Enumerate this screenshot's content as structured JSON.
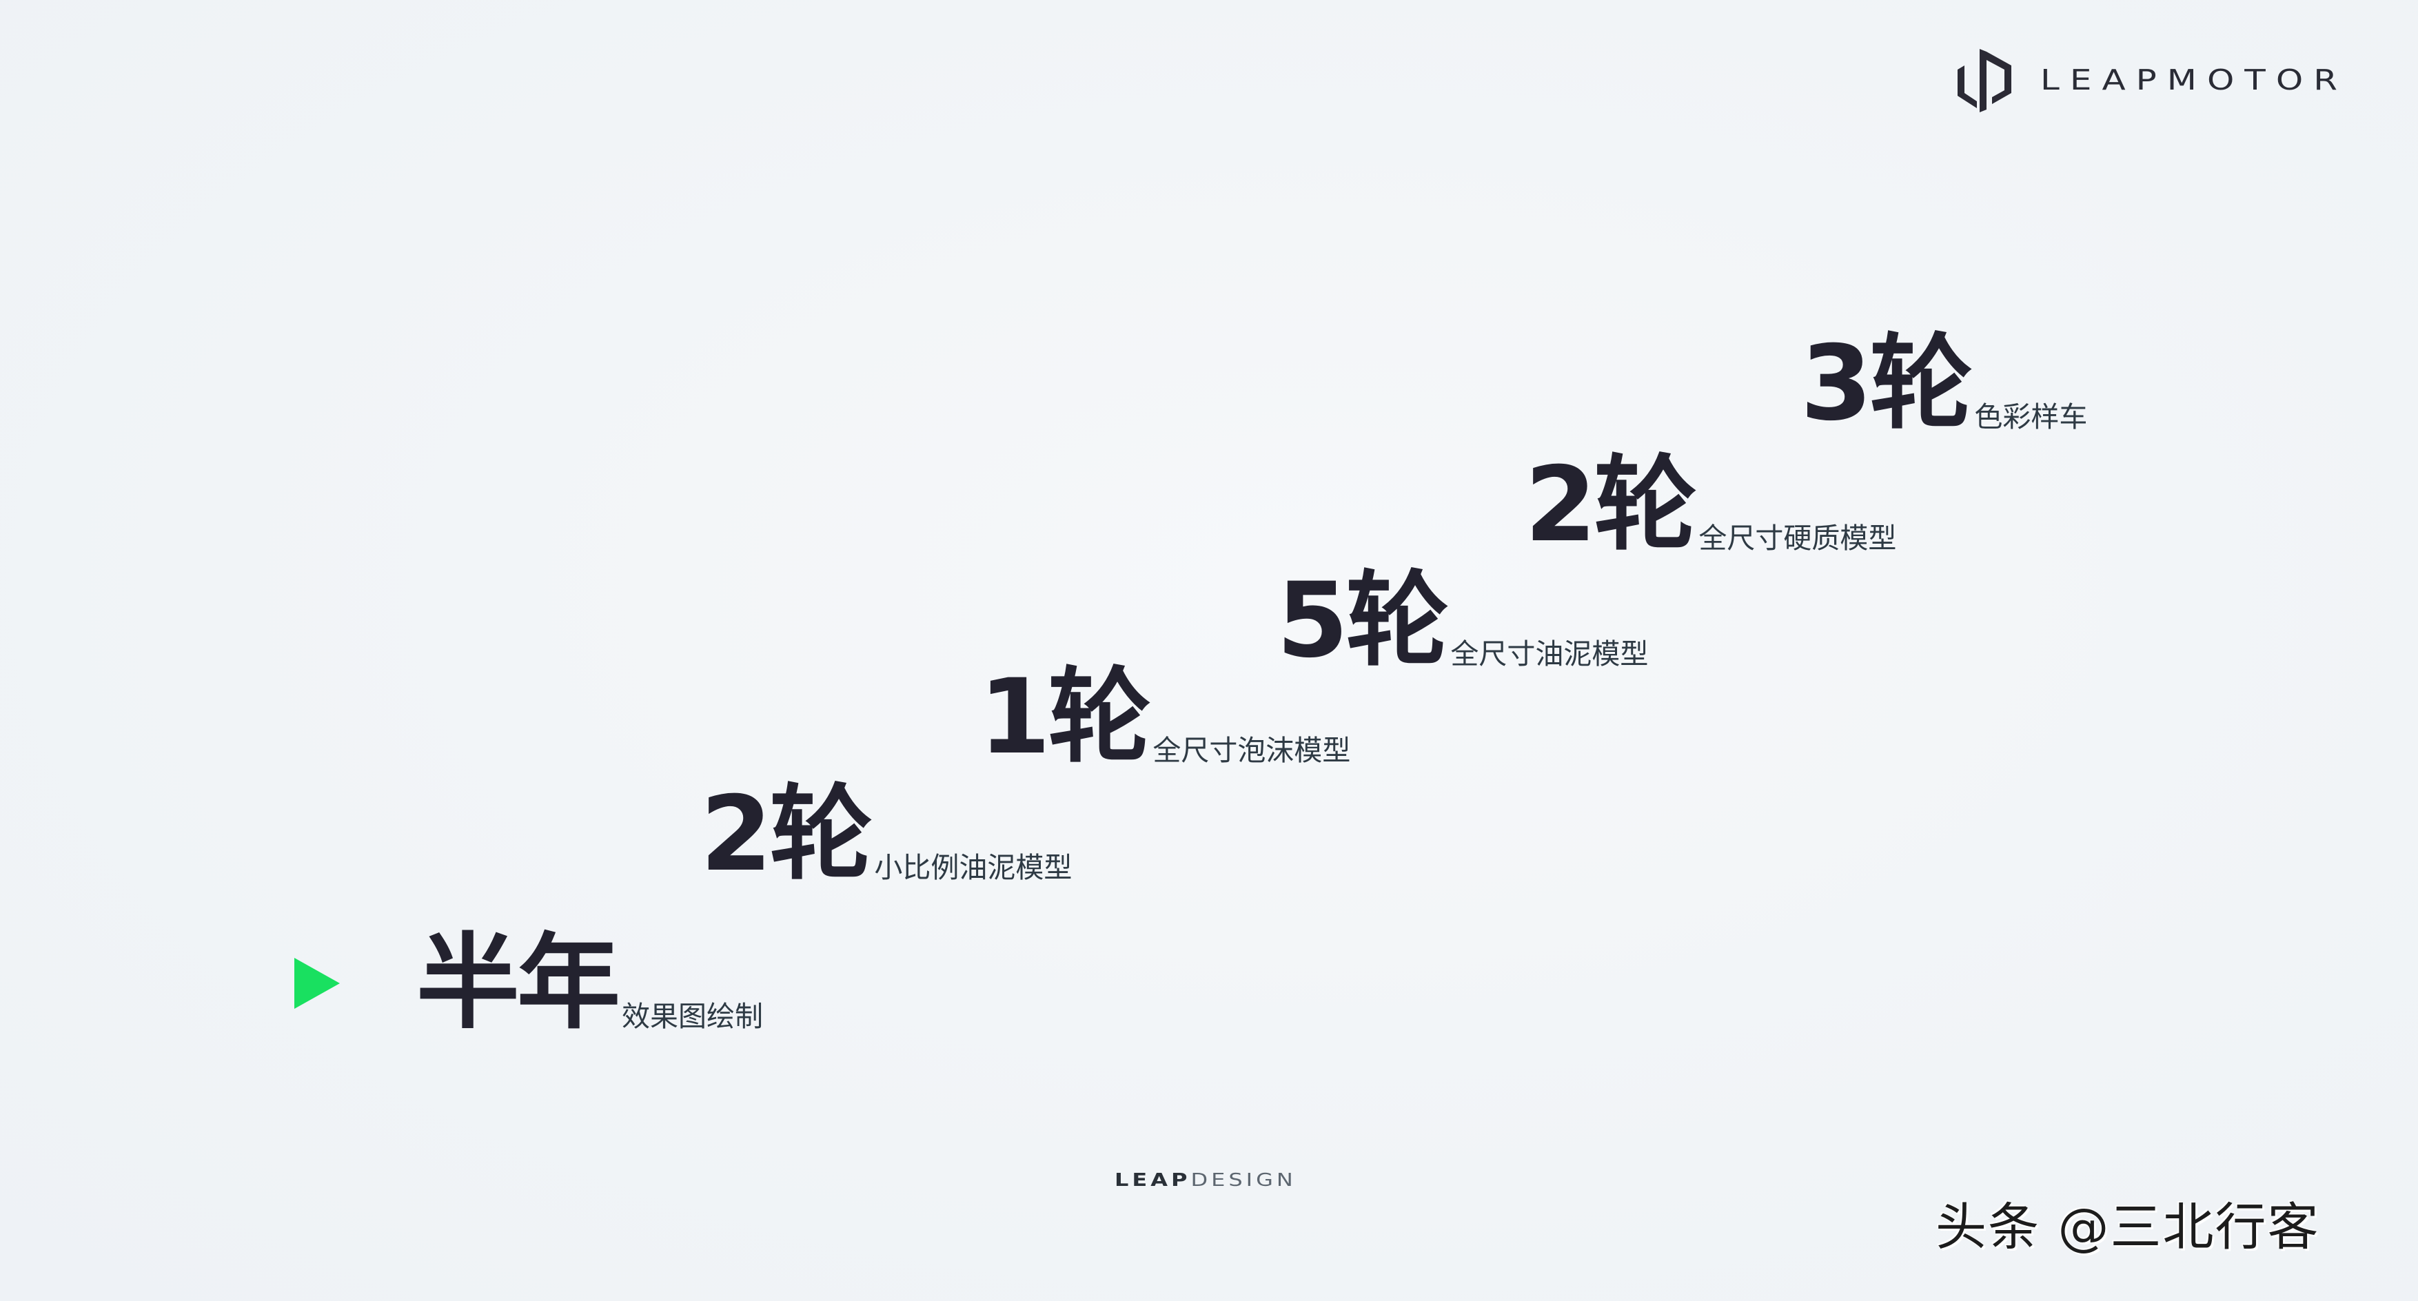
{
  "brand": {
    "logo_icon": "leapmotor-lp-mark-icon",
    "name": "LEAPMOTOR"
  },
  "accent_color": "#19e060",
  "text_color": "#23222f",
  "steps": [
    {
      "big": "半年",
      "sub": "效果图绘制"
    },
    {
      "big": "2轮",
      "sub": "小比例油泥模型"
    },
    {
      "big": "1轮",
      "sub": "全尺寸泡沫模型"
    },
    {
      "big": "5轮",
      "sub": "全尺寸油泥模型"
    },
    {
      "big": "2轮",
      "sub": "全尺寸硬质模型"
    },
    {
      "big": "3轮",
      "sub": "色彩样车"
    }
  ],
  "marker_icon": "play-triangle-icon",
  "footer": {
    "leap": "LEAP",
    "design": "DESIGN"
  },
  "watermark": "头条 @三北行客"
}
